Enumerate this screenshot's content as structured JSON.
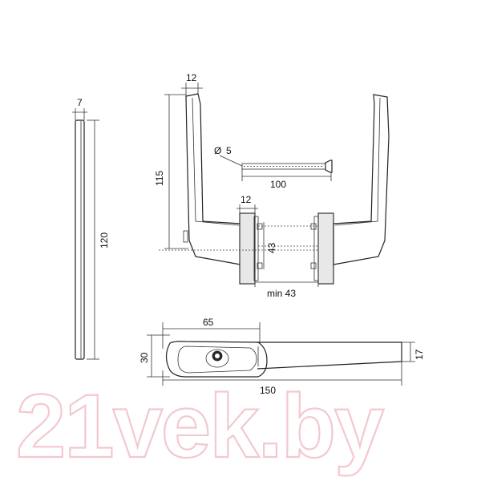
{
  "dimensions": {
    "strip_width": "7",
    "strip_length": "120",
    "handle_top_width": "12",
    "handle_height": "115",
    "screw_diameter_symbol": "Ø",
    "screw_diameter": "5",
    "screw_length": "100",
    "rose_width": "12",
    "rose_height": "43",
    "door_min_thickness": "min 43",
    "lever_base_length": "65",
    "lever_base_height": "30",
    "lever_end_height": "17",
    "lever_total_length": "150"
  },
  "watermark": "21vek.by",
  "colors": {
    "line": "#222222",
    "watermark": "#f2c9cf"
  }
}
